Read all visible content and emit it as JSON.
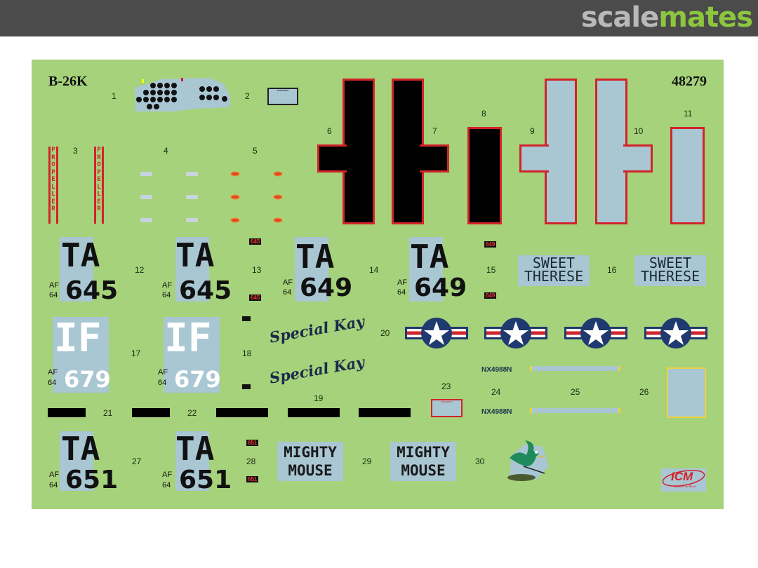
{
  "site": {
    "logo_part1": "scale",
    "logo_part2": "mates"
  },
  "sheet": {
    "title": "B-26K",
    "number": "48279",
    "background": "#a5d27a",
    "item_numbers": [
      "1",
      "2",
      "3",
      "4",
      "5",
      "6",
      "7",
      "8",
      "9",
      "10",
      "11",
      "12",
      "13",
      "14",
      "15",
      "16",
      "17",
      "18",
      "19",
      "20",
      "21",
      "22",
      "23",
      "24",
      "25",
      "26",
      "27",
      "28",
      "29",
      "30"
    ],
    "propeller": "PROPELLER",
    "armament": "ARMAMENT",
    "codes": [
      {
        "code": "TA",
        "af": "AF",
        "yr": "64",
        "serial": "645"
      },
      {
        "code": "TA",
        "af": "AF",
        "yr": "64",
        "serial": "645"
      },
      {
        "code": "TA",
        "af": "AF",
        "yr": "64",
        "serial": "649"
      },
      {
        "code": "TA",
        "af": "AF",
        "yr": "64",
        "serial": "649"
      },
      {
        "code": "IF",
        "af": "AF",
        "yr": "64",
        "serial": "679"
      },
      {
        "code": "IF",
        "af": "AF",
        "yr": "64",
        "serial": "679"
      },
      {
        "code": "TA",
        "af": "AF",
        "yr": "64",
        "serial": "651"
      },
      {
        "code": "TA",
        "af": "AF",
        "yr": "64",
        "serial": "651"
      }
    ],
    "small_tags": [
      "645",
      "645",
      "649",
      "649",
      "651",
      "651"
    ],
    "sweet": {
      "line1": "SWEET",
      "line2": "THERESE"
    },
    "special_kay": "Special Kay",
    "registration": "NX4988N",
    "mighty": {
      "line1": "MIGHTY",
      "line2": "MOUSE"
    },
    "icm": {
      "logo": "ICM",
      "tagline": "Hobby in the Blood"
    },
    "colors": {
      "red": "#d2232a",
      "light_blue": "#a9c6d3",
      "insignia_blue": "#1f3a6e"
    }
  }
}
